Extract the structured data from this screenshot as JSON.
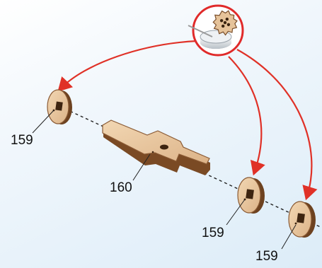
{
  "diagram": {
    "labels": {
      "disc_left": "159",
      "plank": "160",
      "disc_mid": "159",
      "disc_right": "159"
    },
    "colors": {
      "arrow": "#e03127",
      "callout_ring": "#e02a2a",
      "wood_top": "#e9c8a0",
      "wood_edge": "#8a5a34",
      "axis_dashes": "#222222"
    },
    "icons": [
      "gear-glue-icon",
      "arrow-icon"
    ]
  }
}
